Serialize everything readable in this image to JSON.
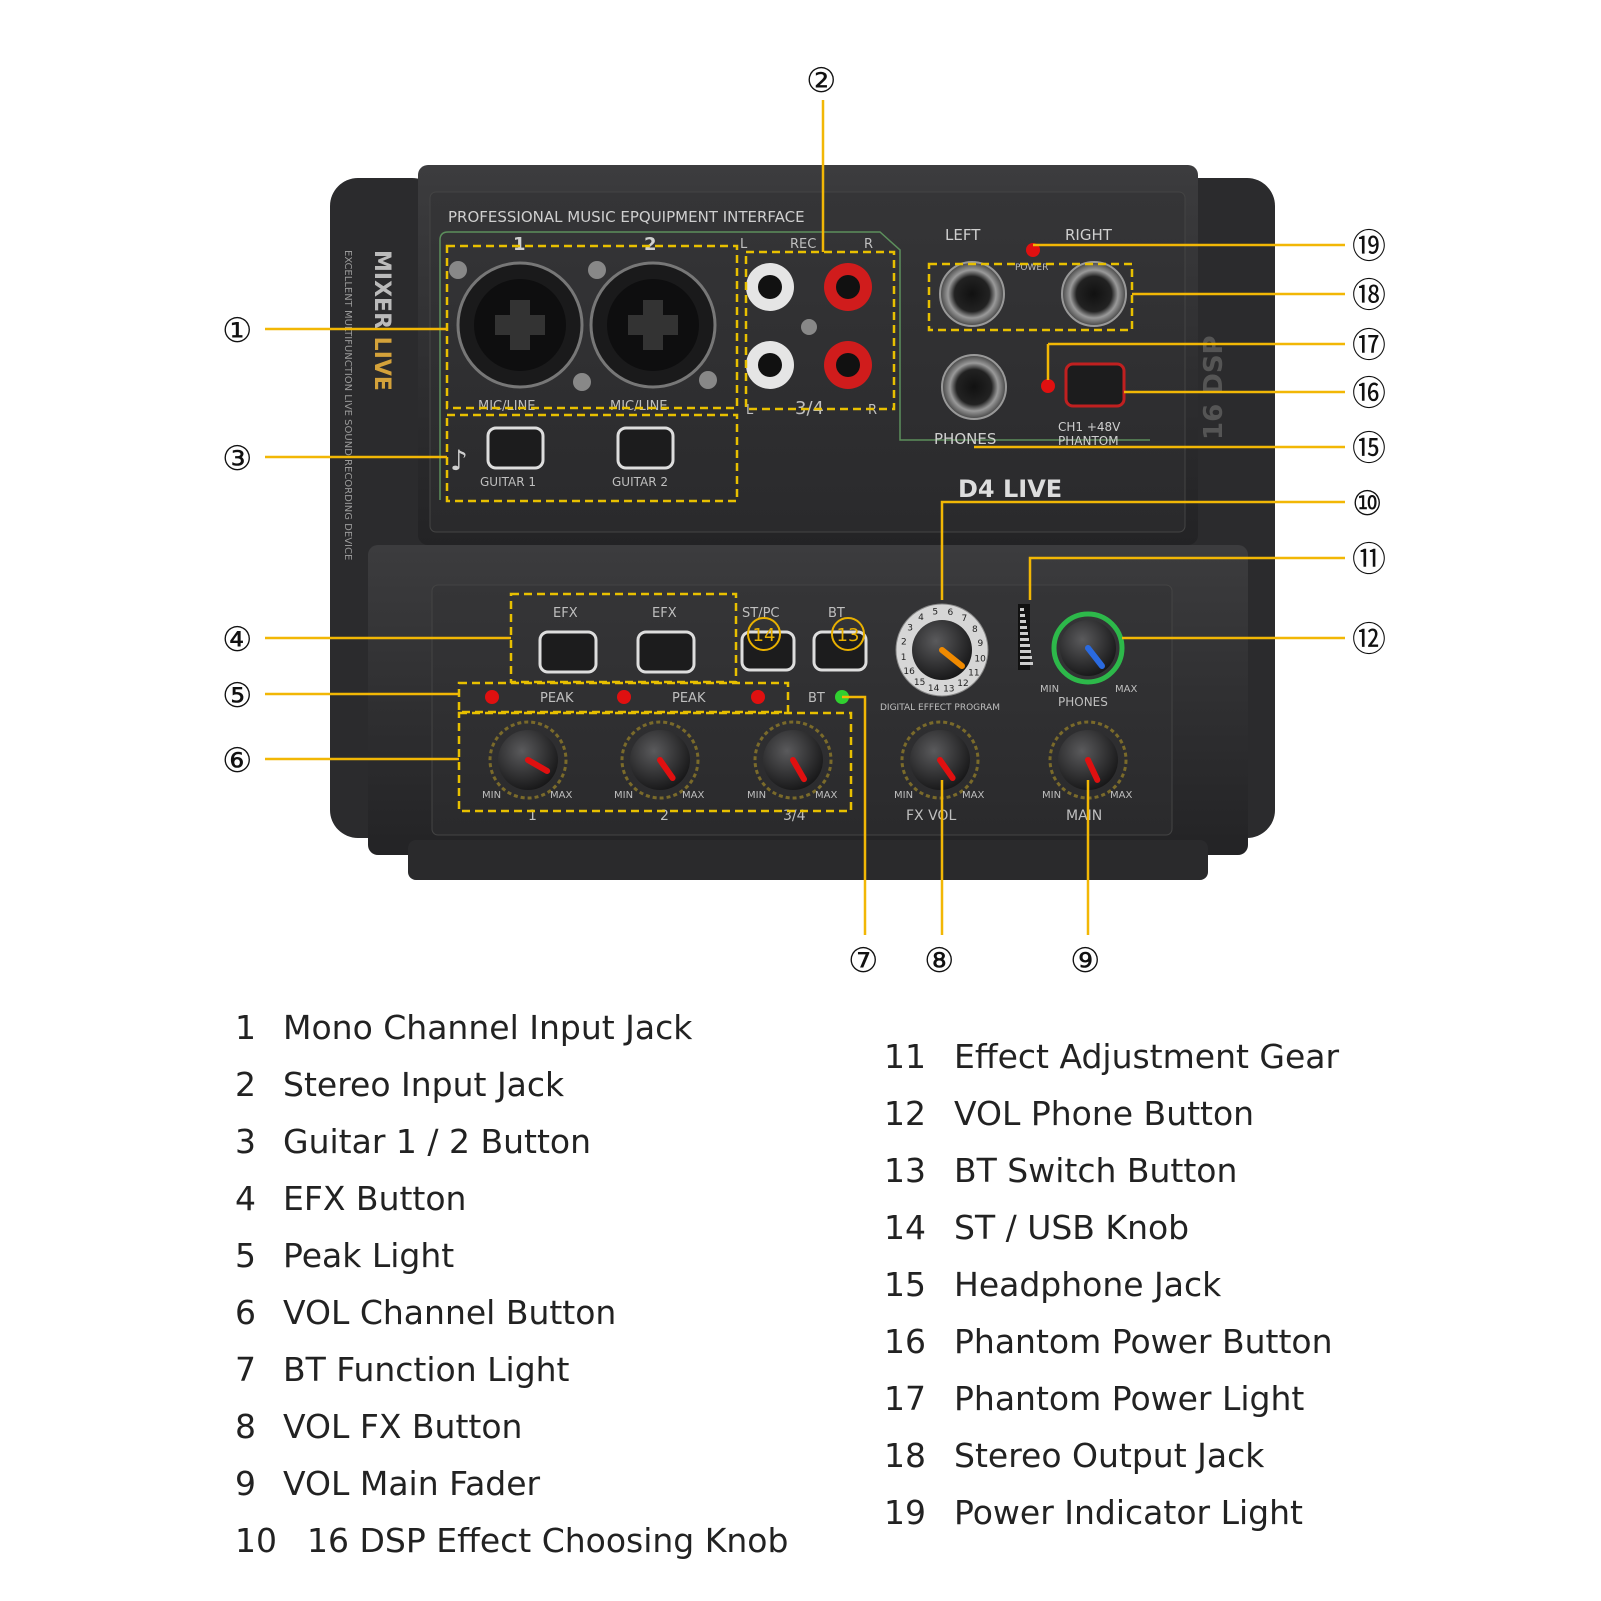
{
  "device": {
    "panel_title": "PROFESSIONAL MUSIC EPQUIPMENT INTERFACE",
    "model": "D4 LIVE",
    "side_brand_a": "MIXER ",
    "side_brand_b": "LIVE",
    "side_tagline": "EXCELLENT MULTIFUNCTION LIVE SOUND RECORDING DEVICE",
    "right_badge": "16 DSP",
    "ch1_label": "1",
    "ch2_label": "2",
    "mic_line_1": "MIC/LINE",
    "mic_line_2": "MIC/LINE",
    "rec": "REC",
    "rec_l": "L",
    "rec_r": "R",
    "rec_bottom_l": "L",
    "rec_bottom_mid": "3/4",
    "rec_bottom_r": "R",
    "guitar1": "GUITAR 1",
    "guitar2": "GUITAR 2",
    "left": "LEFT",
    "right": "RIGHT",
    "power": "POWER",
    "phones_jack": "PHONES",
    "phantom_1": "CH1 +48V",
    "phantom_2": "PHANTOM",
    "efx1": "EFX",
    "efx2": "EFX",
    "stpc": "ST/PC",
    "bt": "BT",
    "bt_led": "BT",
    "peak1": "PEAK",
    "peak2": "PEAK",
    "dsp_label": "DIGITAL EFFECT PROGRAM",
    "dsp_numbers": [
      "1",
      "2",
      "3",
      "4",
      "5",
      "6",
      "7",
      "8",
      "9",
      "10",
      "11",
      "12",
      "13",
      "14",
      "15",
      "16"
    ],
    "phones_knob": "PHONES",
    "min": "MIN",
    "max": "MAX",
    "knob1": "1",
    "knob2": "2",
    "knob34": "3/4",
    "fxvol": "FX VOL",
    "main": "MAIN",
    "badge_14": "14",
    "badge_13": "13"
  },
  "callouts": {
    "c1": "①",
    "c2": "②",
    "c3": "③",
    "c4": "④",
    "c5": "⑤",
    "c6": "⑥",
    "c7": "⑦",
    "c8": "⑧",
    "c9": "⑨",
    "c10": "⑩",
    "c11": "⑪",
    "c12": "⑫",
    "c15": "⑮",
    "c16": "⑯",
    "c17": "⑰",
    "c18": "⑱",
    "c19": "⑲"
  },
  "legend_left": [
    {
      "num": "1",
      "text": "Mono Channel Input Jack"
    },
    {
      "num": "2",
      "text": "Stereo Input Jack"
    },
    {
      "num": "3",
      "text": "Guitar 1 / 2 Button"
    },
    {
      "num": "4",
      "text": "EFX Button"
    },
    {
      "num": "5",
      "text": "Peak Light"
    },
    {
      "num": "6",
      "text": "VOL Channel Button"
    },
    {
      "num": "7",
      "text": "BT Function Light"
    },
    {
      "num": "8",
      "text": "VOL FX Button"
    },
    {
      "num": "9",
      "text": "VOL Main Fader"
    },
    {
      "num": "10",
      "text": "16 DSP Effect Choosing Knob"
    }
  ],
  "legend_right": [
    {
      "num": "11",
      "text": "Effect Adjustment Gear"
    },
    {
      "num": "12",
      "text": "VOL Phone Button"
    },
    {
      "num": "13",
      "text": "BT Switch Button"
    },
    {
      "num": "14",
      "text": "ST / USB Knob"
    },
    {
      "num": "15",
      "text": "Headphone Jack"
    },
    {
      "num": "16",
      "text": "Phantom Power Button"
    },
    {
      "num": "17",
      "text": "Phantom Power Light"
    },
    {
      "num": "18",
      "text": "Stereo Output Jack"
    },
    {
      "num": "19",
      "text": "Power Indicator Light"
    }
  ],
  "colors": {
    "callout_line": "#f2b705",
    "dash": "#e8c000",
    "panel": "#2f2f31",
    "body": "#3a3a3c",
    "knob_pointer": "#e01010",
    "dsp_pointer": "#f08a00",
    "phones_pointer": "#2a6ae0"
  }
}
